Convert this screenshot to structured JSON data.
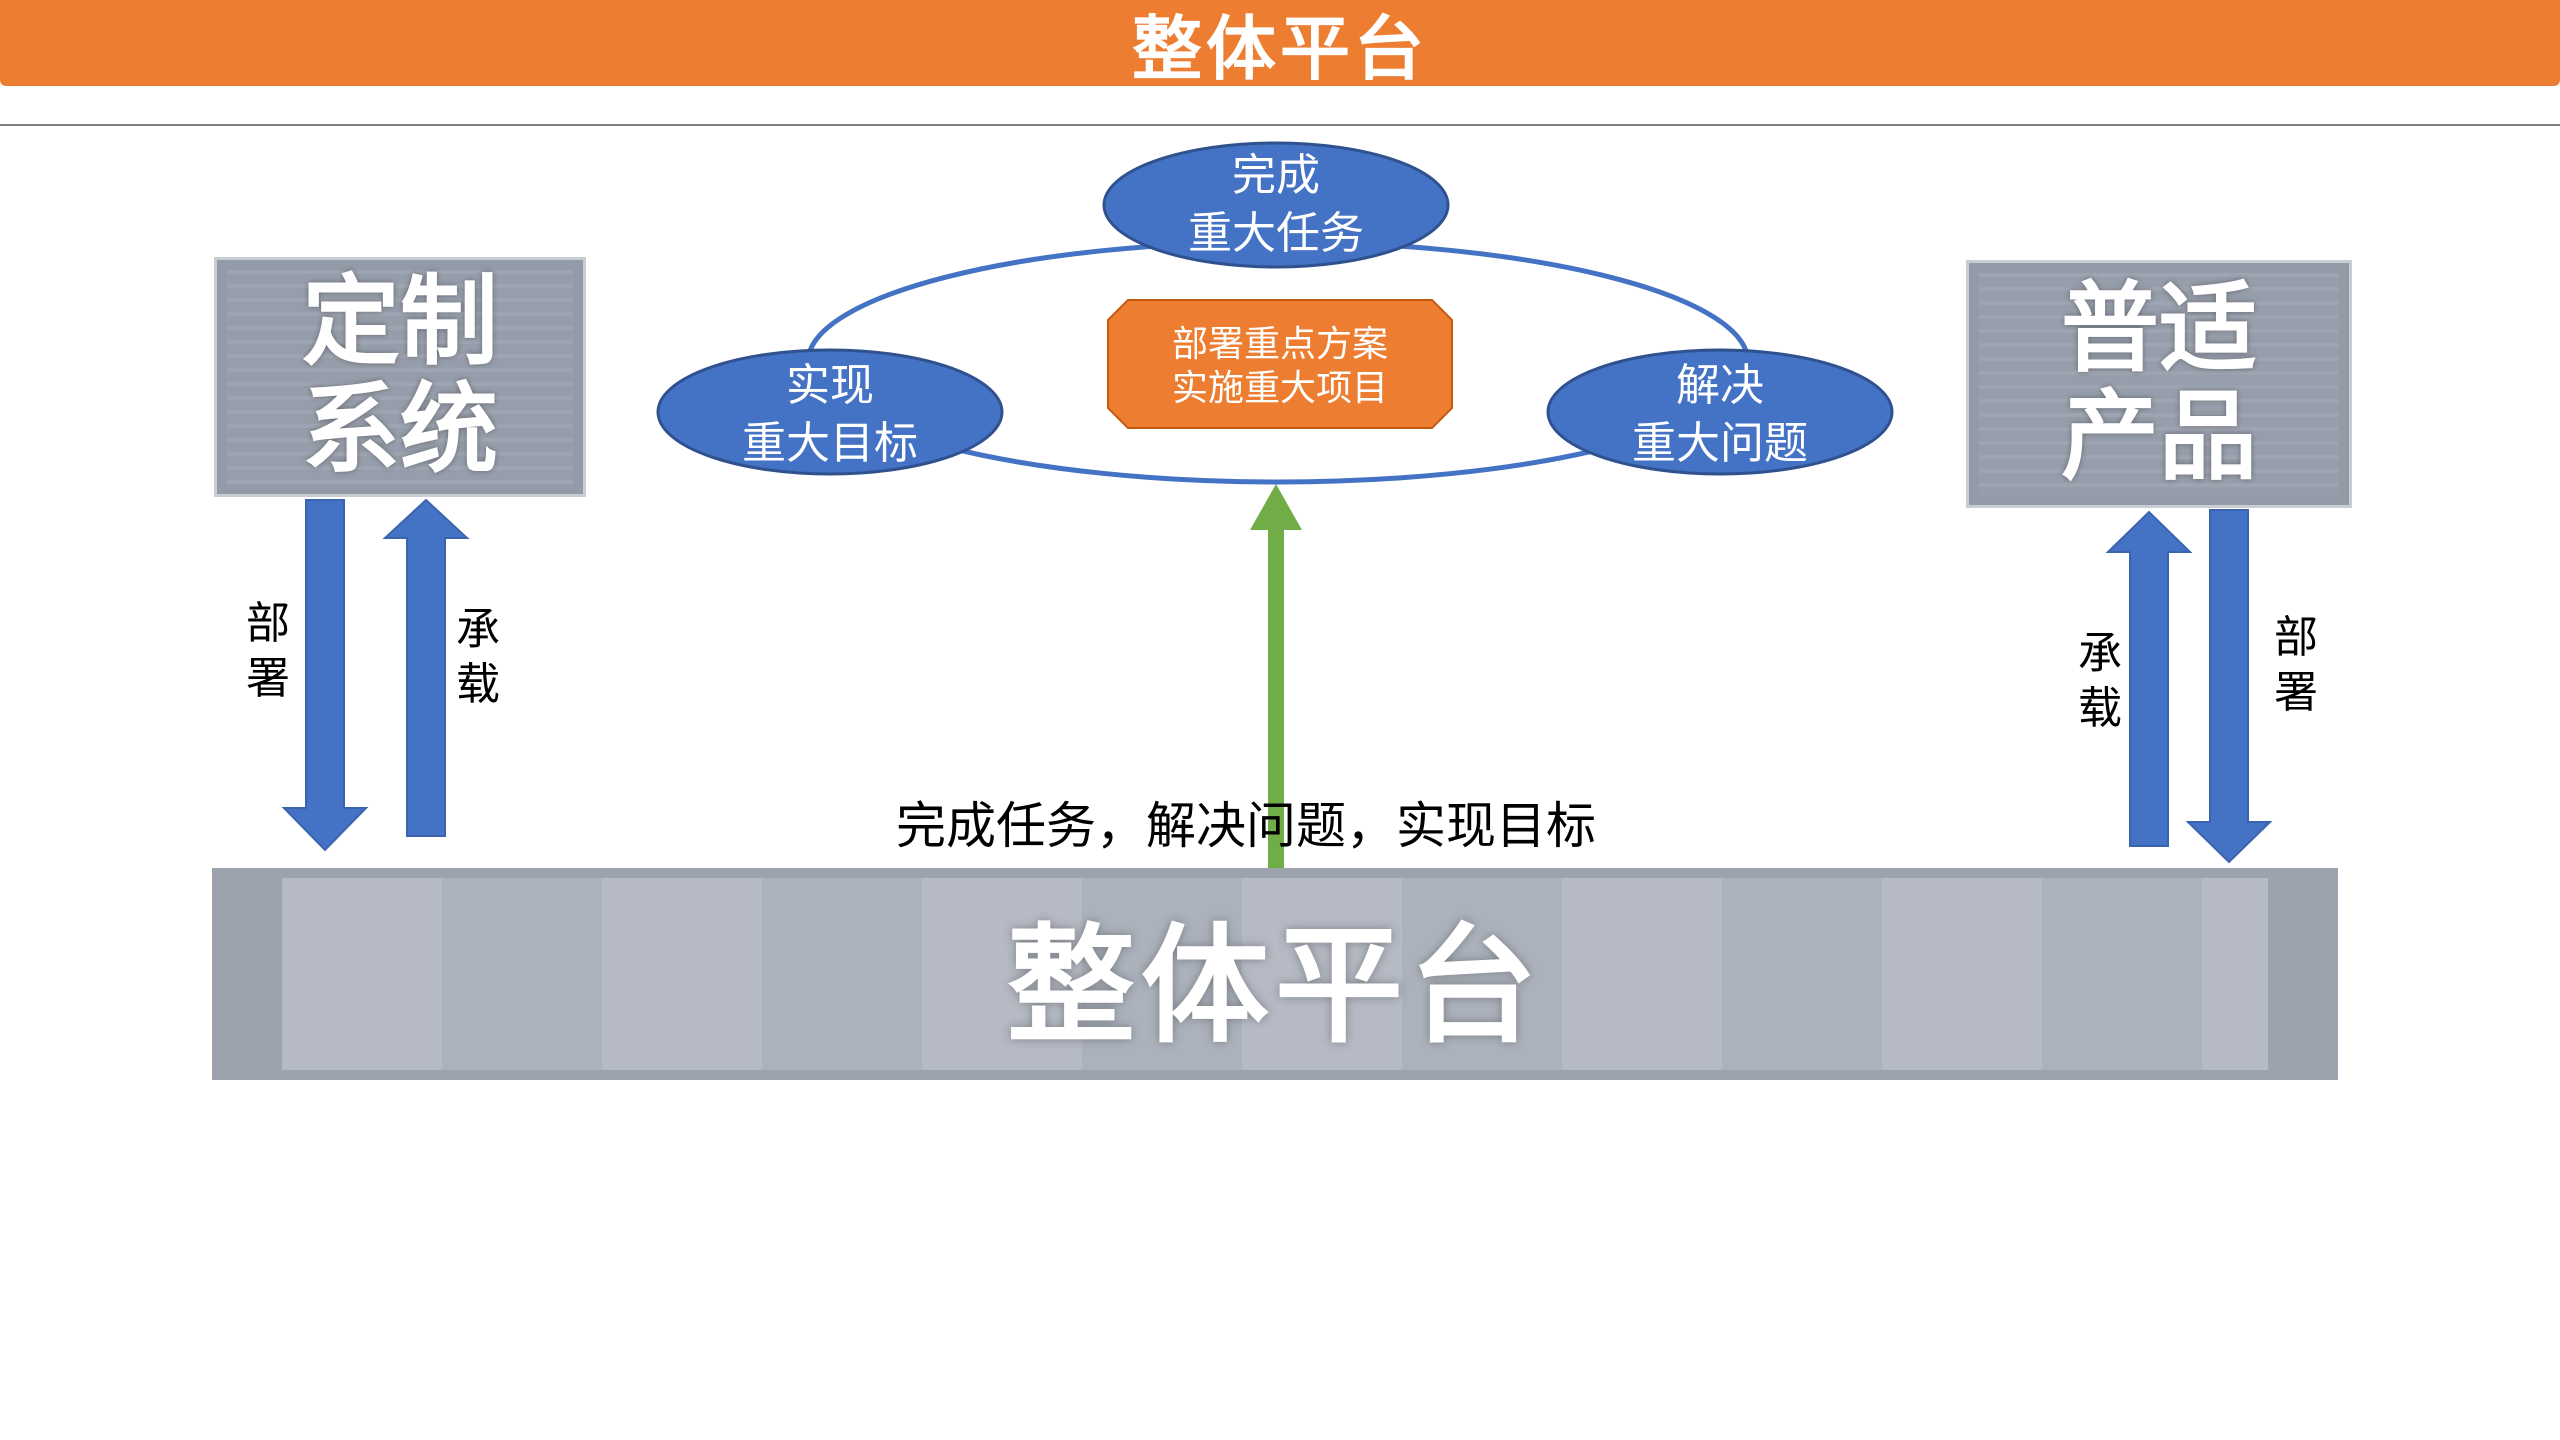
{
  "header": {
    "title": "整体平台"
  },
  "left_box": {
    "line1": "定制",
    "line2": "系统"
  },
  "right_box": {
    "line1": "普适",
    "line2": "产品"
  },
  "left_arrows": {
    "down_label": "部\n署",
    "up_label": "承\n载"
  },
  "right_arrows": {
    "up_label": "承\n载",
    "down_label": "部\n署"
  },
  "cycle": {
    "top": {
      "line1": "完成",
      "line2": "重大任务"
    },
    "left": {
      "line1": "实现",
      "line2": "重大目标"
    },
    "right": {
      "line1": "解决",
      "line2": "重大问题"
    },
    "center": {
      "line1": "部署重点方案",
      "line2": "实施重大项目"
    }
  },
  "caption": "完成任务，解决问题，实现目标",
  "platform": {
    "label": "整体平台"
  },
  "colors": {
    "orange": "#ED7D31",
    "blue_node": "#4472C4",
    "blue_arrow": "#4472C4",
    "green_arrow": "#70AD47",
    "gray_box": "#939aa8"
  }
}
